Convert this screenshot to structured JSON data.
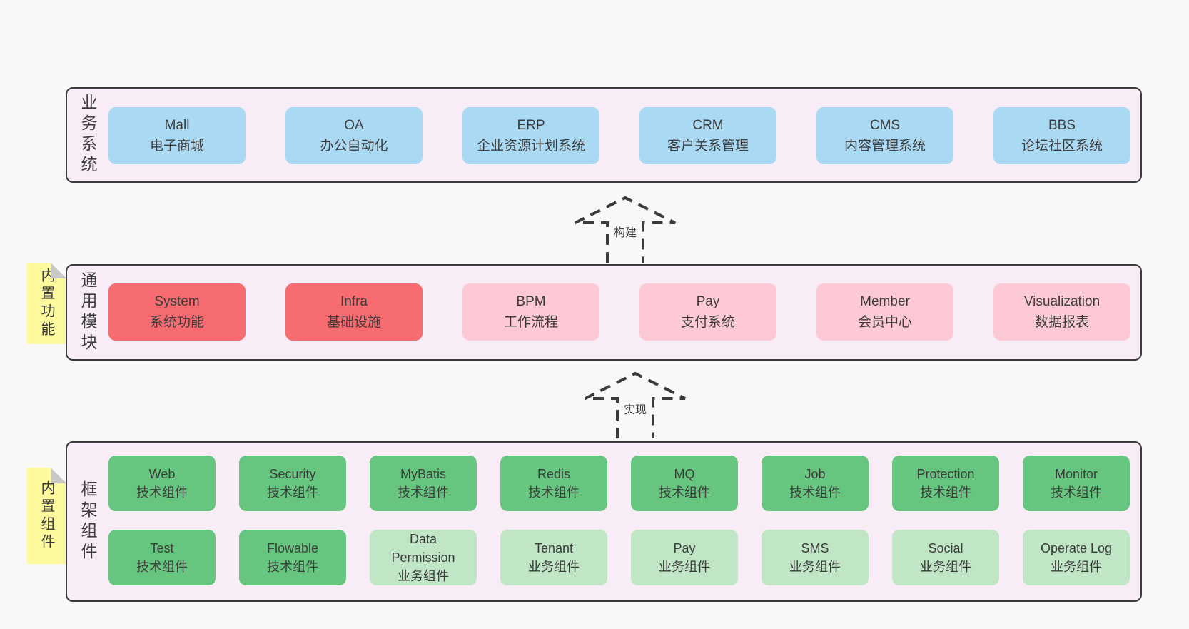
{
  "colors": {
    "page_bg": "#f8f8f8",
    "panel_bg": "#f8edf6",
    "panel_border": "#3b3b3b",
    "box_blue": "#aad9f4",
    "box_red": "#f66c70",
    "box_pink": "#fcc9d4",
    "box_green": "#66c57e",
    "box_light_green": "#c0e6c6",
    "sticky_yellow": "#fcfa9d",
    "sticky_fold": "#c8c8c8",
    "text": "#3c3c3c"
  },
  "arrows": {
    "build": "构建",
    "implement": "实现"
  },
  "sections": {
    "business": {
      "title": "业务系统",
      "boxes": [
        {
          "name": "Mall",
          "desc": "电子商城"
        },
        {
          "name": "OA",
          "desc": "办公自动化"
        },
        {
          "name": "ERP",
          "desc": "企业资源计划系统"
        },
        {
          "name": "CRM",
          "desc": "客户关系管理"
        },
        {
          "name": "CMS",
          "desc": "内容管理系统"
        },
        {
          "name": "BBS",
          "desc": "论坛社区系统"
        }
      ]
    },
    "modules": {
      "title": "通用模块",
      "sticky": "内置功能",
      "boxes": [
        {
          "name": "System",
          "desc": "系统功能"
        },
        {
          "name": "Infra",
          "desc": "基础设施"
        },
        {
          "name": "BPM",
          "desc": "工作流程"
        },
        {
          "name": "Pay",
          "desc": "支付系统"
        },
        {
          "name": "Member",
          "desc": "会员中心"
        },
        {
          "name": "Visualization",
          "desc": "数据报表"
        }
      ]
    },
    "framework": {
      "title": "框架组件",
      "sticky": "内置组件",
      "row1": [
        {
          "name": "Web",
          "desc": "技术组件"
        },
        {
          "name": "Security",
          "desc": "技术组件"
        },
        {
          "name": "MyBatis",
          "desc": "技术组件"
        },
        {
          "name": "Redis",
          "desc": "技术组件"
        },
        {
          "name": "MQ",
          "desc": "技术组件"
        },
        {
          "name": "Job",
          "desc": "技术组件"
        },
        {
          "name": "Protection",
          "desc": "技术组件"
        },
        {
          "name": "Monitor",
          "desc": "技术组件"
        }
      ],
      "row2": [
        {
          "name": "Test",
          "desc": "技术组件"
        },
        {
          "name": "Flowable",
          "desc": "技术组件"
        },
        {
          "name": "Data\nPermission",
          "desc": "业务组件"
        },
        {
          "name": "Tenant",
          "desc": "业务组件"
        },
        {
          "name": "Pay",
          "desc": "业务组件"
        },
        {
          "name": "SMS",
          "desc": "业务组件"
        },
        {
          "name": "Social",
          "desc": "业务组件"
        },
        {
          "name": "Operate Log",
          "desc": "业务组件"
        }
      ]
    }
  }
}
